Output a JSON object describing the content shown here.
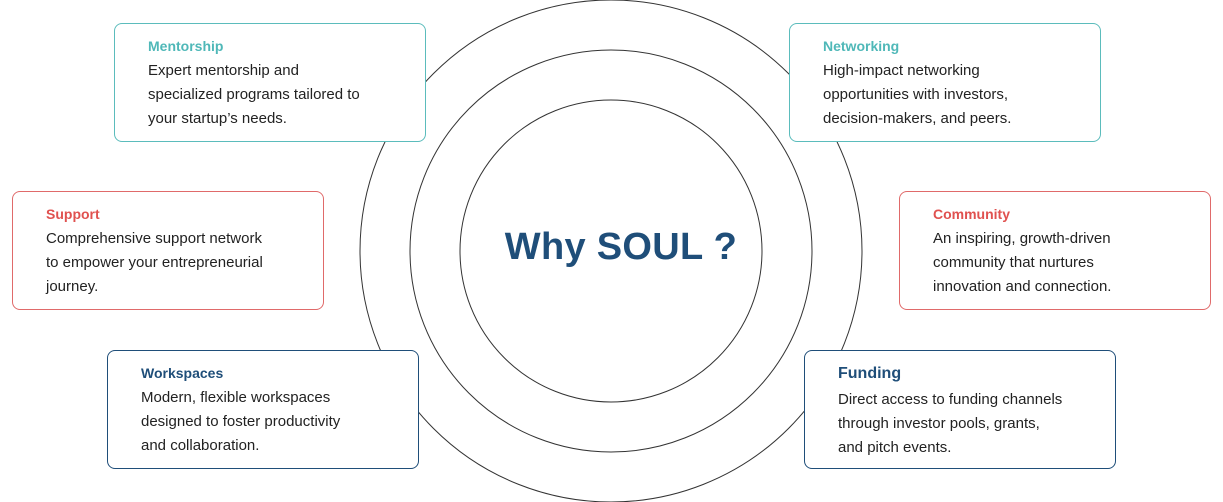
{
  "title": "Why SOUL ?",
  "colors": {
    "teal": "#5bbcbc",
    "red": "#e06a6a",
    "navy": "#1f4e79",
    "ring": "#333333"
  },
  "cards": {
    "mentorship": {
      "title": "Mentorship",
      "text": "Expert mentorship and\nspecialized programs tailored to\nyour startup’s needs."
    },
    "networking": {
      "title": "Networking",
      "text": "High-impact networking\nopportunities with investors,\ndecision-makers, and peers."
    },
    "support": {
      "title": "Support",
      "text": "Comprehensive support network\nto empower your entrepreneurial\njourney."
    },
    "community": {
      "title": "Community",
      "text": "An inspiring, growth-driven\ncommunity that nurtures\ninnovation and connection."
    },
    "workspaces": {
      "title": "Workspaces",
      "text": "Modern, flexible workspaces\ndesigned to foster productivity\nand collaboration."
    },
    "funding": {
      "title": "Funding",
      "text": "Direct access to funding channels\nthrough investor pools, grants,\nand pitch events."
    }
  }
}
